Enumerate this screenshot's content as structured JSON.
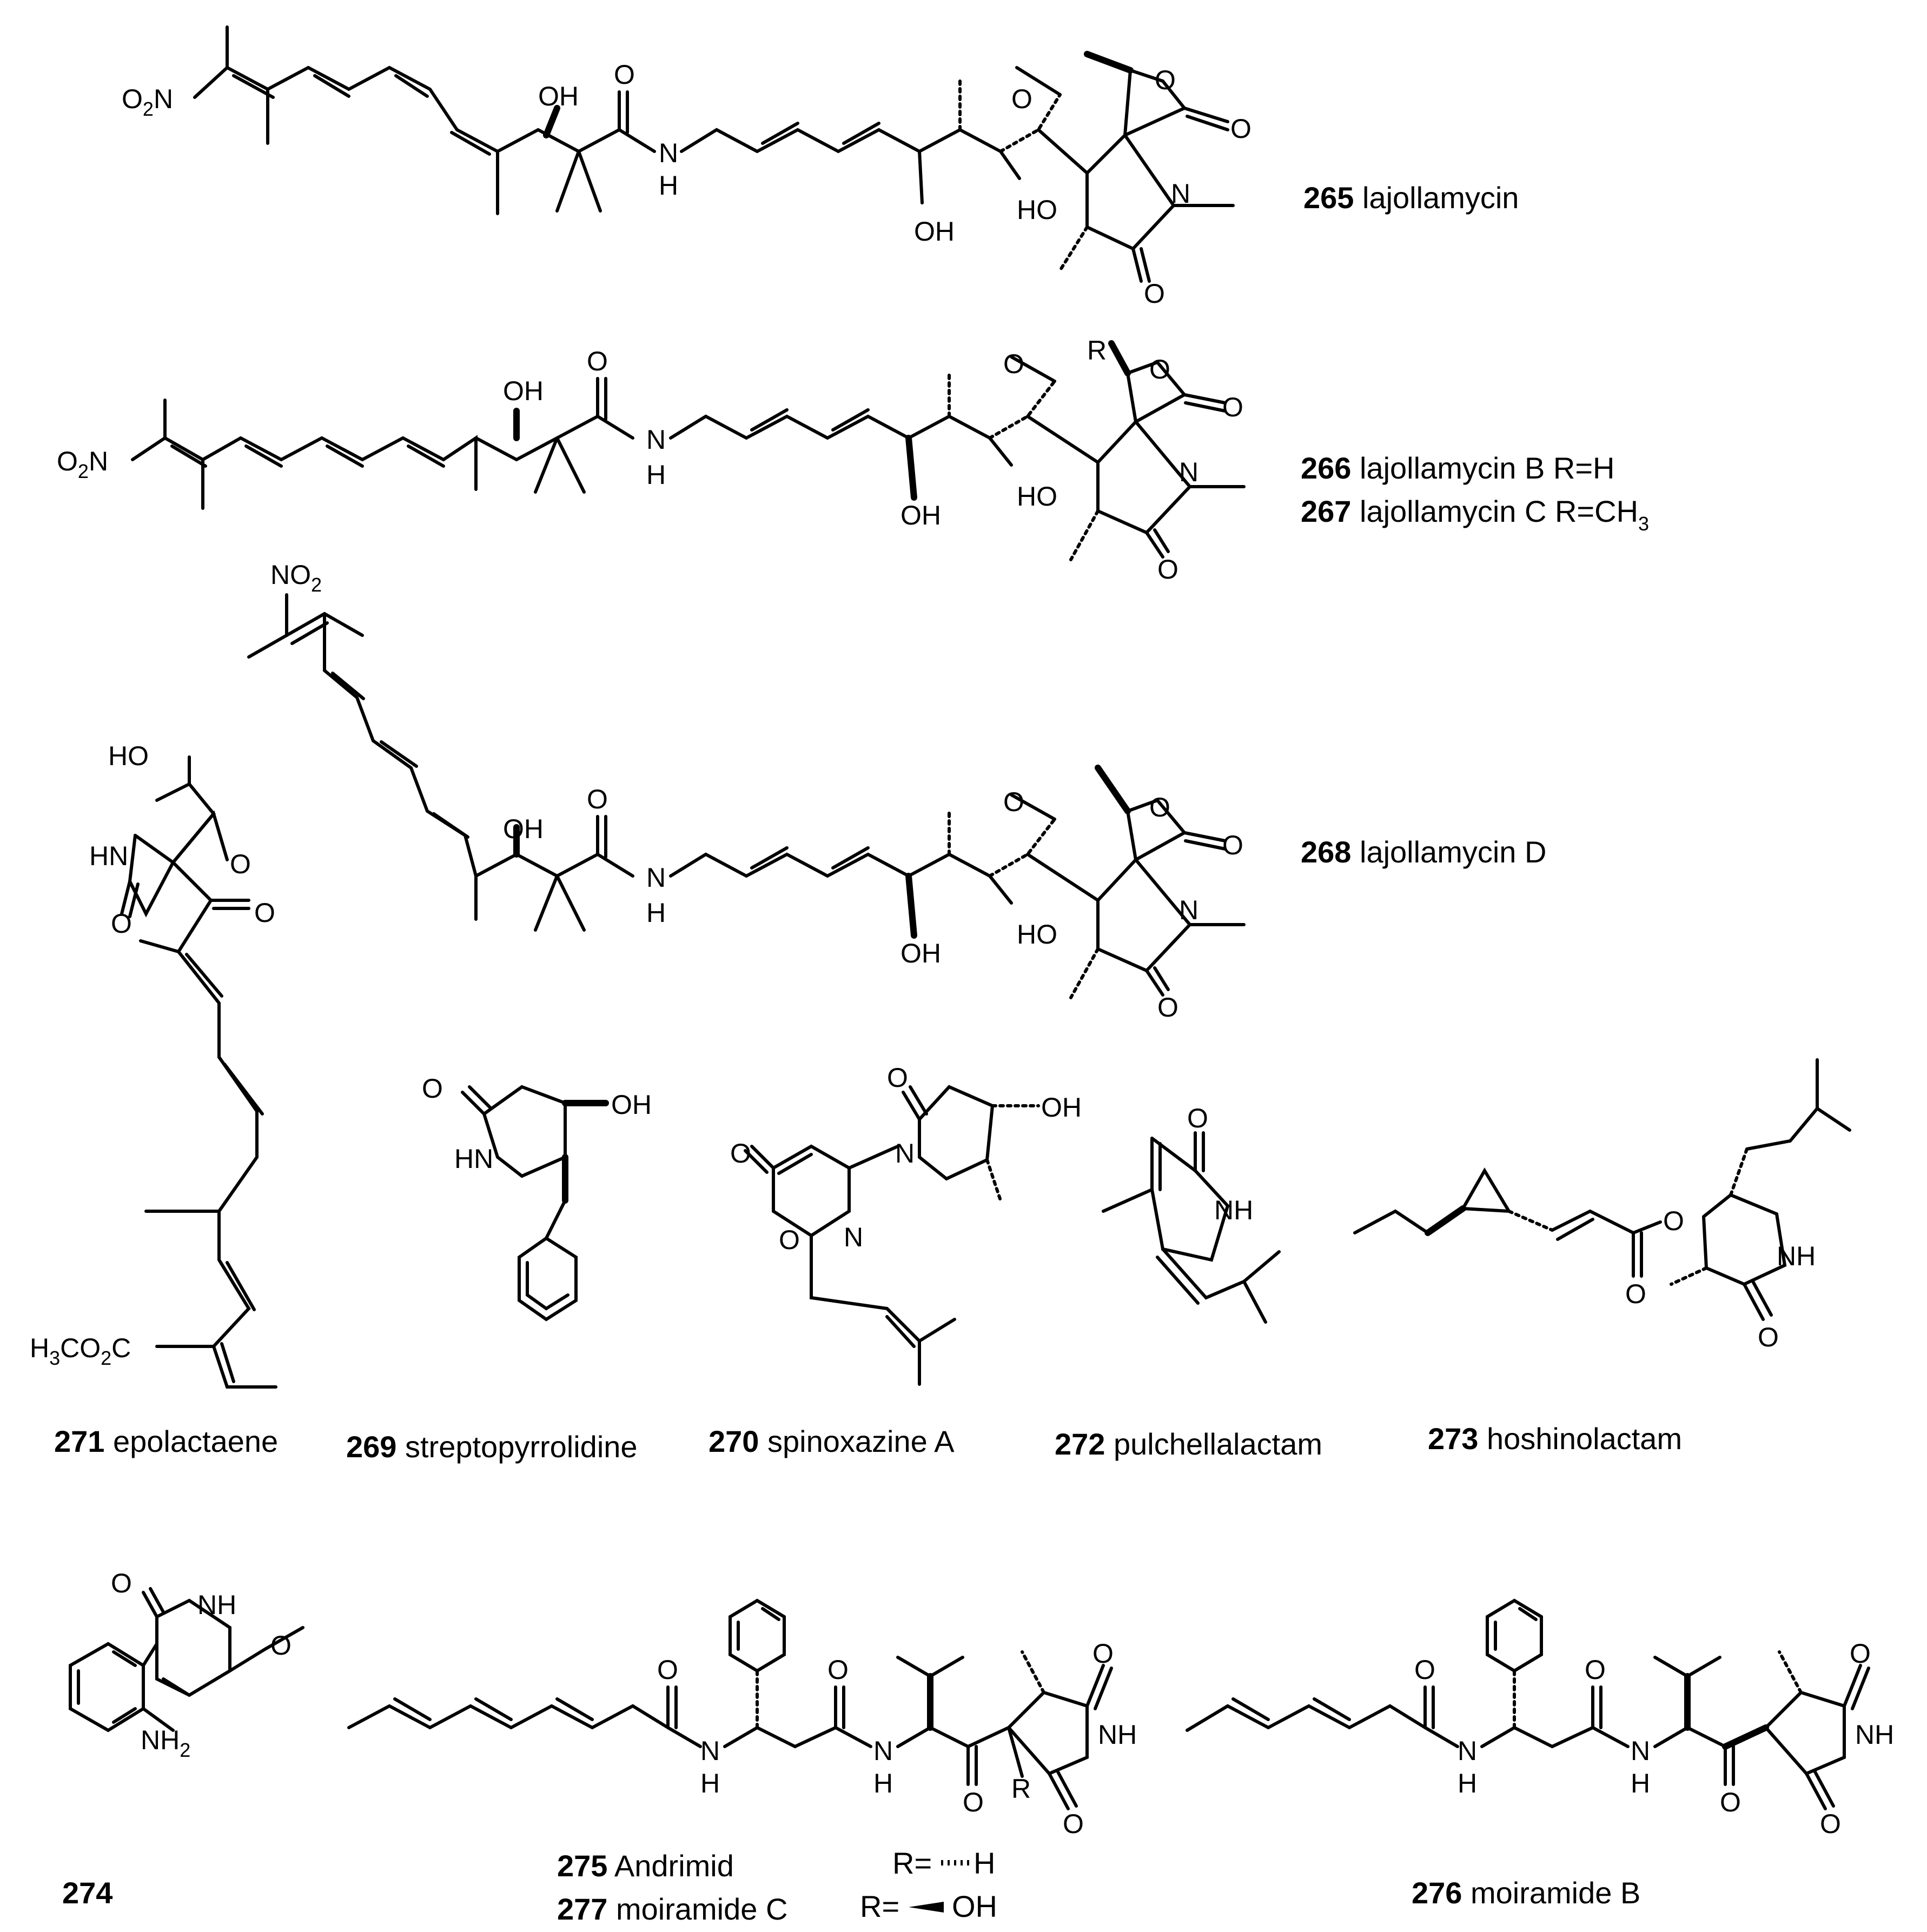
{
  "compounds": [
    {
      "id": "265",
      "name": "lajollamycin"
    },
    {
      "id": "266",
      "name": "lajollamycin B R=H"
    },
    {
      "id": "267",
      "name": "lajollamycin C R=CH",
      "name_sub": "3"
    },
    {
      "id": "268",
      "name": "lajollamycin D"
    },
    {
      "id": "271",
      "name": "epolactaene"
    },
    {
      "id": "269",
      "name": "streptopyrrolidine"
    },
    {
      "id": "270",
      "name": "spinoxazine A"
    },
    {
      "id": "272",
      "name": "pulchellalactam"
    },
    {
      "id": "273",
      "name": "hoshinolactam"
    },
    {
      "id": "274",
      "name": ""
    },
    {
      "id": "275",
      "name": "Andrimid",
      "r_label": "R=",
      "r_group": "H"
    },
    {
      "id": "277",
      "name": "moiramide C",
      "r_label": "R=",
      "r_group": "OH"
    },
    {
      "id": "276",
      "name": "moiramide B"
    }
  ],
  "atoms": {
    "o": "O",
    "oh": "OH",
    "ho": "HO",
    "n": "N",
    "nh": "NH",
    "h": "H",
    "hn": "HN",
    "r": "R",
    "no2_n": "NO",
    "no2_sub": "2",
    "o2n_o": "O",
    "o2n_sub": "2",
    "o2n_n": "N",
    "ester_h": "H",
    "ester_sub3": "3",
    "ester_co": "CO",
    "ester_sub2": "2",
    "ester_c": "C",
    "nh2": "NH",
    "nh2_sub": "2"
  },
  "colors": {
    "ink": "#000000",
    "background": "#ffffff"
  }
}
